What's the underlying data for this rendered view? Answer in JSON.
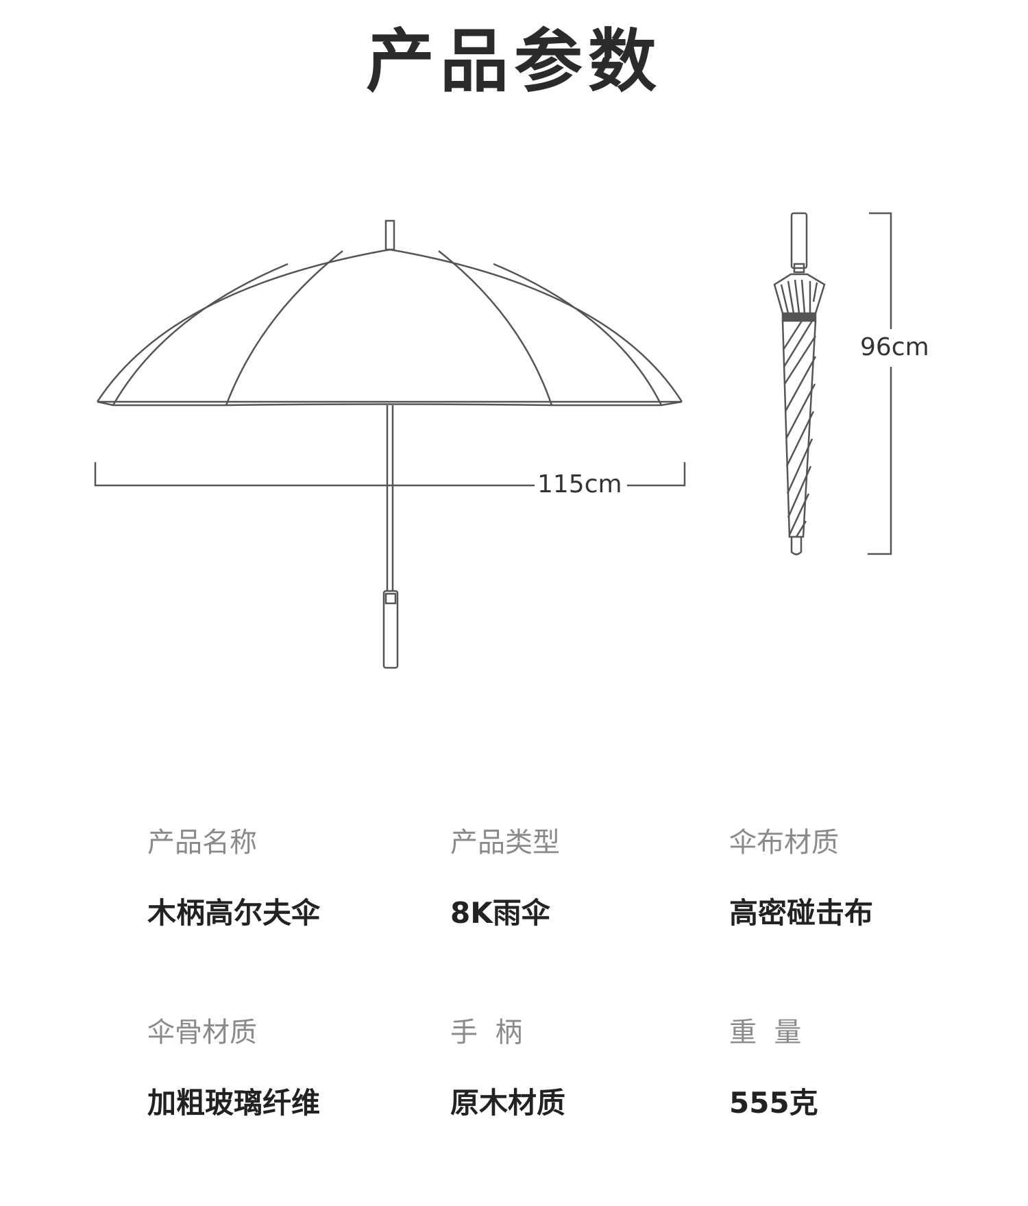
{
  "title": "产品参数",
  "dimensions": {
    "open_width": "115cm",
    "closed_length": "96cm"
  },
  "specs": [
    {
      "label": "产品名称",
      "value": "木柄高尔夫伞"
    },
    {
      "label": "产品类型",
      "value": "8K雨伞"
    },
    {
      "label": "伞布材质",
      "value": "高密碰击布"
    },
    {
      "label": "伞骨材质",
      "value": "加粗玻璃纤维"
    },
    {
      "label": "手  柄",
      "value": "原木材质"
    },
    {
      "label": "重  量",
      "value": "555克"
    }
  ],
  "colors": {
    "line": "#555555",
    "title": "#2b2b2b",
    "label": "#8a8a8a",
    "value": "#222222"
  }
}
